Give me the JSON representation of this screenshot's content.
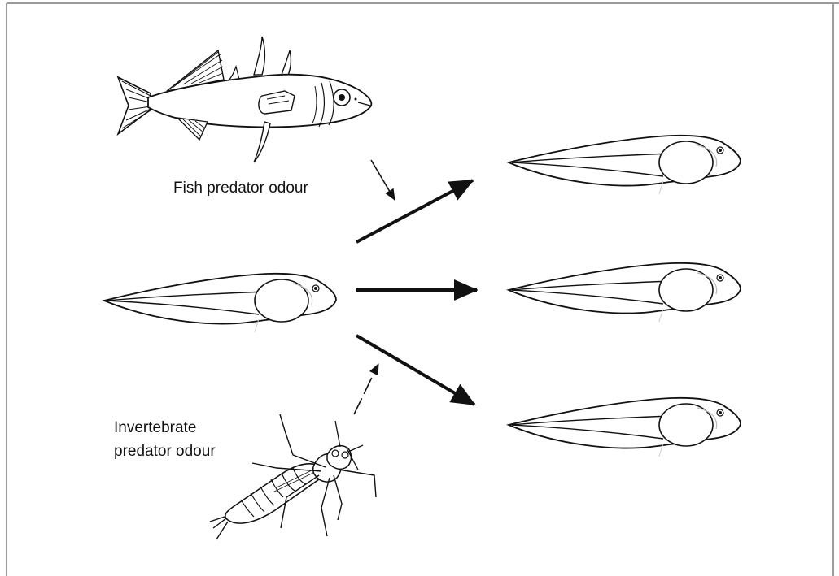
{
  "labels": {
    "fish_predator": "Fish predator odour",
    "invertebrate_predator_line1": "Invertebrate",
    "invertebrate_predator_line2": "predator odour"
  },
  "icons": [
    "fish-icon",
    "tadpole-icon",
    "insect-larva-icon",
    "arrow-icon"
  ],
  "colors": {
    "stroke": "#111111",
    "frame": "#9a9a9a",
    "background": "#ffffff"
  }
}
